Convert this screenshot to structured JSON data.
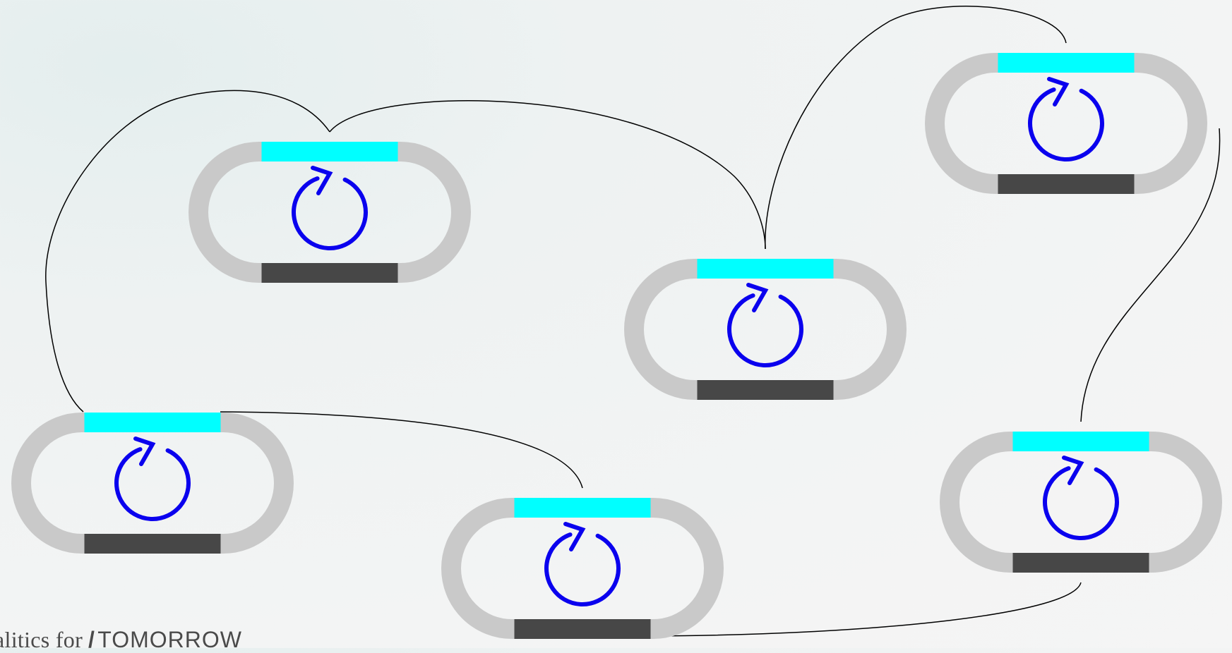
{
  "diagram": {
    "node_count": 6,
    "connection_count": 6,
    "node_icon": "refresh-icon",
    "colors": {
      "track": "#c9c9c9",
      "input_port": "#00ffff",
      "output_port": "#474747",
      "icon": "#0a00ee",
      "edge": "#000000"
    },
    "nodes": [
      {
        "id": "n1",
        "icon": "refresh-icon"
      },
      {
        "id": "n2",
        "icon": "refresh-icon"
      },
      {
        "id": "n3",
        "icon": "refresh-icon"
      },
      {
        "id": "n4",
        "icon": "refresh-icon"
      },
      {
        "id": "n5",
        "icon": "refresh-icon"
      },
      {
        "id": "n6",
        "icon": "refresh-icon"
      }
    ],
    "edges": [
      {
        "from": "n1",
        "to": "n4"
      },
      {
        "from": "n1",
        "to": "n3"
      },
      {
        "from": "n3",
        "to": "n2"
      },
      {
        "from": "n4",
        "to": "n5"
      },
      {
        "from": "n2",
        "to": "n6"
      },
      {
        "from": "n6",
        "to": "n5"
      }
    ]
  },
  "footer": {
    "text": "alitics for",
    "slash": "/",
    "brand": "TOMORROW"
  }
}
